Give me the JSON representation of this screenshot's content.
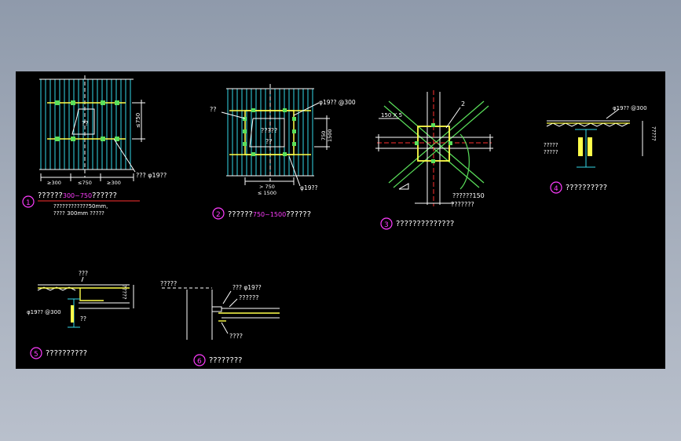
{
  "colors": {
    "background": "#000000",
    "caption": "#ffffff",
    "circle_marker": "#ff3cff",
    "cad_cyan": "#35d7e8",
    "cad_white": "#ffffff",
    "cad_yellow": "#ffff4a",
    "cad_green": "#5be05b",
    "cad_red": "#ff3030"
  },
  "details": [
    {
      "number": "1",
      "caption_prefix": "??????",
      "caption_range": "300~750",
      "caption_suffix": "??????",
      "note_1": "????????????50mm,",
      "note_2": "???? 300mm ?????",
      "callout_rebar": "??? φ19??",
      "dim_1": "≥300",
      "dim_2": "≤750",
      "dim_3": "≥300",
      "dim_side": "≤750",
      "opening_label": "??"
    },
    {
      "number": "2",
      "caption_prefix": "??????",
      "caption_range": "750~1500",
      "caption_suffix": "??????",
      "callout_top_left": "??",
      "callout_rebar_spacing": "φ19?? @300",
      "opening_label_1": "?????",
      "opening_label_2": "??",
      "dim_side_1": "750",
      "dim_side_2": "1500",
      "dim_bottom_1": "> 750",
      "dim_bottom_2": "≤ 1500",
      "callout_bottom": "φ19??"
    },
    {
      "number": "3",
      "caption": "??????????????",
      "callout_plate": "150 X 5",
      "callout_num": "2",
      "callout_bottom": "??????150",
      "callout_bottom_2": "???????"
    },
    {
      "number": "4",
      "caption": "??????????",
      "callout_rebar": "φ19?? @300",
      "note_1": "?????",
      "note_2": "?????",
      "side_label": "?????"
    },
    {
      "number": "5",
      "caption": "??????????",
      "callout_top": "???",
      "callout_rebar": "φ19?? @300",
      "callout_low": "??",
      "side_label": "?????"
    },
    {
      "number": "6",
      "caption": "????????",
      "callout_top_left": "?????",
      "callout_rebar": "??? φ19??",
      "callout_mid": "??????",
      "callout_bottom": "????"
    }
  ]
}
